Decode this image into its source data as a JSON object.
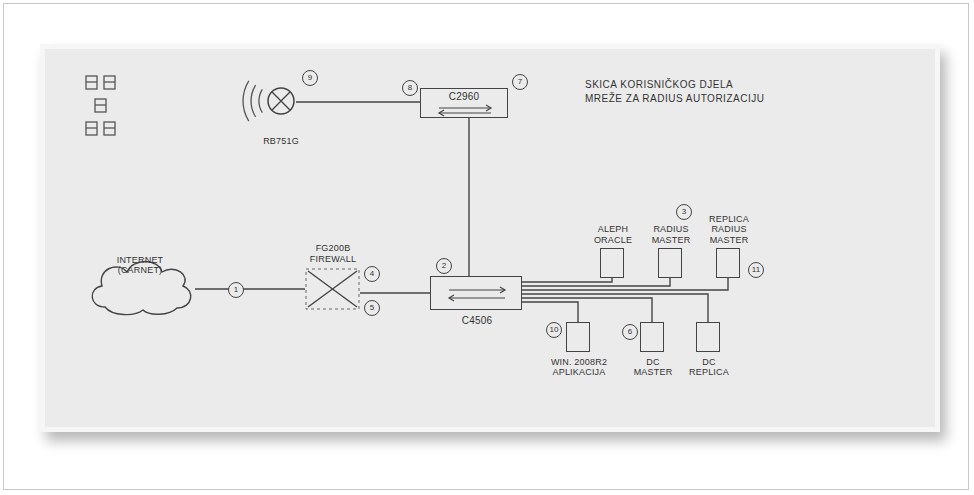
{
  "diagram": {
    "title": "SKICA KORISNIČKOG DJELA MREŽE ZA RADIUS AUTORIZACIJU",
    "nodes": [
      {
        "text": [
          "RB751G"
        ]
      },
      {
        "text": [
          "C2960"
        ]
      },
      {
        "text": [
          "INTERNET (CARNET)"
        ]
      },
      {
        "text": [
          "FG200B FIREWALL"
        ]
      },
      {
        "text": [
          "C4506"
        ]
      },
      {
        "text": [
          "ALEPH ORACLE"
        ]
      },
      {
        "text": [
          "RADIUS MASTER"
        ]
      },
      {
        "text": [
          "REPLICA RADIUS MASTER"
        ]
      },
      {
        "text": [
          "WIN. 2008R2 APLIKACIJA"
        ]
      },
      {
        "text": [
          "DC MASTER"
        ]
      },
      {
        "text": [
          "DC REPLICA"
        ]
      }
    ],
    "edges": [
      {
        "from": 0,
        "to": 1,
        "arrow": "none"
      },
      {
        "from": 2,
        "to": 3,
        "arrow": "none"
      },
      {
        "from": 3,
        "to": 4,
        "arrow": "none"
      },
      {
        "from": 1,
        "to": 4,
        "arrow": "none"
      },
      {
        "from": 4,
        "to": 5,
        "arrow": "none"
      },
      {
        "from": 4,
        "to": 6,
        "arrow": "none"
      },
      {
        "from": 4,
        "to": 7,
        "arrow": "none"
      },
      {
        "from": 4,
        "to": 8,
        "arrow": "none"
      },
      {
        "from": 4,
        "to": 9,
        "arrow": "none"
      },
      {
        "from": 4,
        "to": 10,
        "arrow": "none"
      }
    ],
    "labels": [
      "9",
      "8",
      "7",
      "1",
      "4",
      "5",
      "2",
      "3",
      "11",
      "10",
      "6"
    ]
  }
}
